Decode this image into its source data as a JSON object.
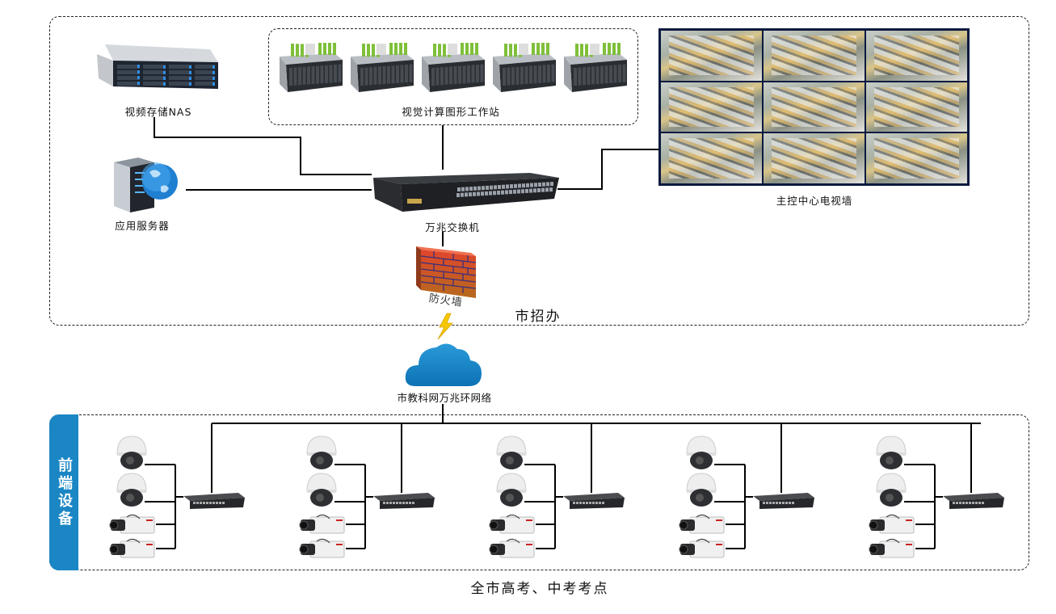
{
  "diagram": {
    "central_office": {
      "label": "市招办",
      "nodes": {
        "nas": {
          "label": "视频存储NAS",
          "icon": "nas-storage-server"
        },
        "workstations": {
          "label": "视觉计算图形工作站",
          "count": 5,
          "icon": "gpu-workstation"
        },
        "video_wall": {
          "label": "主控中心电视墙",
          "rows": 3,
          "cols": 3,
          "icon": "video-wall"
        },
        "app_server": {
          "label": "应用服务器",
          "icon": "web-server-globe"
        },
        "core_switch": {
          "label": "万兆交换机",
          "icon": "network-switch"
        },
        "firewall": {
          "label": "防火墙",
          "icon": "brick-firewall"
        }
      }
    },
    "network": {
      "label": "市教科网万兆环网络",
      "icon": "cloud",
      "link_icon": "lightning-bolt"
    },
    "front_end": {
      "side_label": "前端设备",
      "bottom_label": "全市高考、中考考点",
      "accent_color": "#1a86c4",
      "sites": [
        {
          "dome_cameras": 2,
          "box_cameras": 2,
          "switch": "access-switch"
        },
        {
          "dome_cameras": 2,
          "box_cameras": 2,
          "switch": "access-switch"
        },
        {
          "dome_cameras": 2,
          "box_cameras": 2,
          "switch": "access-switch"
        },
        {
          "dome_cameras": 2,
          "box_cameras": 2,
          "switch": "access-switch"
        },
        {
          "dome_cameras": 2,
          "box_cameras": 2,
          "switch": "access-switch"
        }
      ]
    }
  }
}
